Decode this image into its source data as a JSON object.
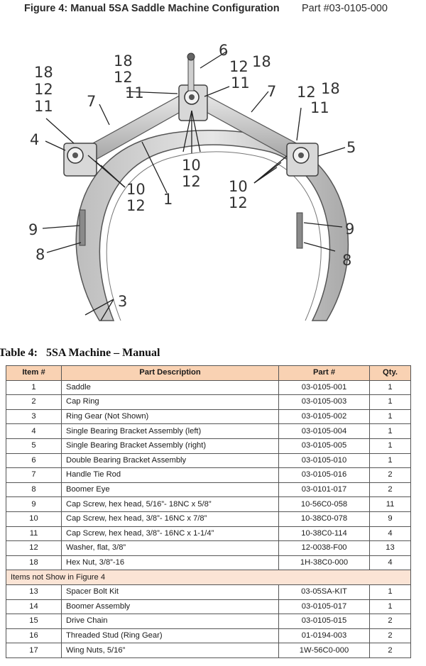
{
  "figure": {
    "title": "Figure 4: Manual 5SA Saddle Machine Configuration",
    "part_number": "Part #03-0105-000",
    "callouts": [
      {
        "id": "c18a",
        "text": "18"
      },
      {
        "id": "c12a",
        "text": "12"
      },
      {
        "id": "c11a",
        "text": "11"
      },
      {
        "id": "c18b",
        "text": "18"
      },
      {
        "id": "c12b",
        "text": "12"
      },
      {
        "id": "c11b",
        "text": "11"
      },
      {
        "id": "c7a",
        "text": "7"
      },
      {
        "id": "c6",
        "text": "6"
      },
      {
        "id": "c12c",
        "text": "12"
      },
      {
        "id": "c18c",
        "text": "18"
      },
      {
        "id": "c11c",
        "text": "11"
      },
      {
        "id": "c7b",
        "text": "7"
      },
      {
        "id": "c12d",
        "text": "12"
      },
      {
        "id": "c18d",
        "text": "18"
      },
      {
        "id": "c11d",
        "text": "11"
      },
      {
        "id": "c4",
        "text": "4"
      },
      {
        "id": "c5",
        "text": "5"
      },
      {
        "id": "c10a",
        "text": "10"
      },
      {
        "id": "c12e",
        "text": "12"
      },
      {
        "id": "c10b",
        "text": "10"
      },
      {
        "id": "c12f",
        "text": "12"
      },
      {
        "id": "c1",
        "text": "1"
      },
      {
        "id": "c10c",
        "text": "10"
      },
      {
        "id": "c12g",
        "text": "12"
      },
      {
        "id": "c9a",
        "text": "9"
      },
      {
        "id": "c9b",
        "text": "9"
      },
      {
        "id": "c8a",
        "text": "8"
      },
      {
        "id": "c8b",
        "text": "8"
      },
      {
        "id": "c3",
        "text": "3"
      }
    ]
  },
  "table": {
    "caption": "Table 4:   5SA Machine – Manual",
    "headers": {
      "item": "Item #",
      "description": "Part Description",
      "part": "Part #",
      "qty": "Qty."
    },
    "rows": [
      {
        "item": "1",
        "description": "Saddle",
        "part": "03-0105-001",
        "qty": "1"
      },
      {
        "item": "2",
        "description": "Cap Ring",
        "part": "03-0105-003",
        "qty": "1"
      },
      {
        "item": "3",
        "description": "Ring Gear (Not Shown)",
        "part": "03-0105-002",
        "qty": "1"
      },
      {
        "item": "4",
        "description": "Single Bearing Bracket Assembly (left)",
        "part": "03-0105-004",
        "qty": "1"
      },
      {
        "item": "5",
        "description": "Single Bearing Bracket Assembly (right)",
        "part": "03-0105-005",
        "qty": "1"
      },
      {
        "item": "6",
        "description": "Double Bearing Bracket Assembly",
        "part": "03-0105-010",
        "qty": "1"
      },
      {
        "item": "7",
        "description": "Handle Tie Rod",
        "part": "03-0105-016",
        "qty": "2"
      },
      {
        "item": "8",
        "description": "Boomer Eye",
        "part": "03-0101-017",
        "qty": "2"
      },
      {
        "item": "9",
        "description": "Cap Screw, hex head, 5/16”- 18NC x 5/8”",
        "part": "10-56C0-058",
        "qty": "11"
      },
      {
        "item": "10",
        "description": "Cap Screw, hex head, 3/8”- 16NC x 7/8”",
        "part": "10-38C0-078",
        "qty": "9"
      },
      {
        "item": "11",
        "description": "Cap Screw, hex head, 3/8”- 16NC x 1-1/4”",
        "part": "10-38C0-114",
        "qty": "4"
      },
      {
        "item": "12",
        "description": "Washer, flat, 3/8”",
        "part": "12-0038-F00",
        "qty": "13"
      },
      {
        "item": "18",
        "description": "Hex Nut, 3/8”-16",
        "part": "1H-38C0-000",
        "qty": "4"
      }
    ],
    "section_label": "Items not Show in Figure 4",
    "rows_not_shown": [
      {
        "item": "13",
        "description": "Spacer Bolt Kit",
        "part": "03-05SA-KIT",
        "qty": "1"
      },
      {
        "item": "14",
        "description": "Boomer Assembly",
        "part": "03-0105-017",
        "qty": "1"
      },
      {
        "item": "15",
        "description": "Drive Chain",
        "part": "03-0105-015",
        "qty": "2"
      },
      {
        "item": "16",
        "description": "Threaded Stud (Ring Gear)",
        "part": "01-0194-003",
        "qty": "2"
      },
      {
        "item": "17",
        "description": "Wing Nuts, 5/16”",
        "part": "1W-56C0-000",
        "qty": "2"
      }
    ]
  }
}
